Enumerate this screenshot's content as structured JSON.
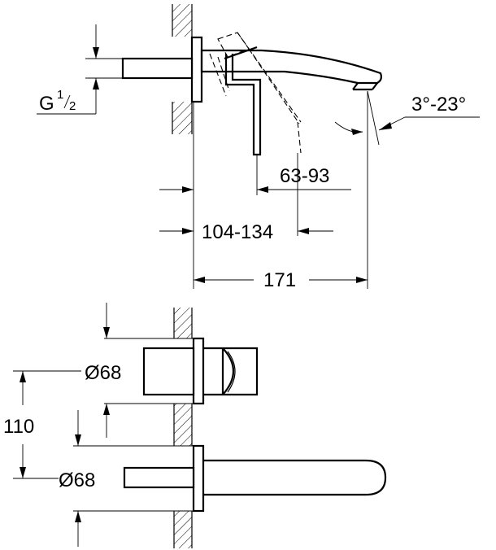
{
  "labels": {
    "thread_main": "G",
    "thread_num": "1",
    "thread_den": "2",
    "angle": "3°-23°",
    "dim_63_93": "63-93",
    "dim_104_134": "104-134",
    "dim_171": "171",
    "diam_top": "Ø68",
    "diam_bottom": "Ø68",
    "dim_110": "110"
  }
}
